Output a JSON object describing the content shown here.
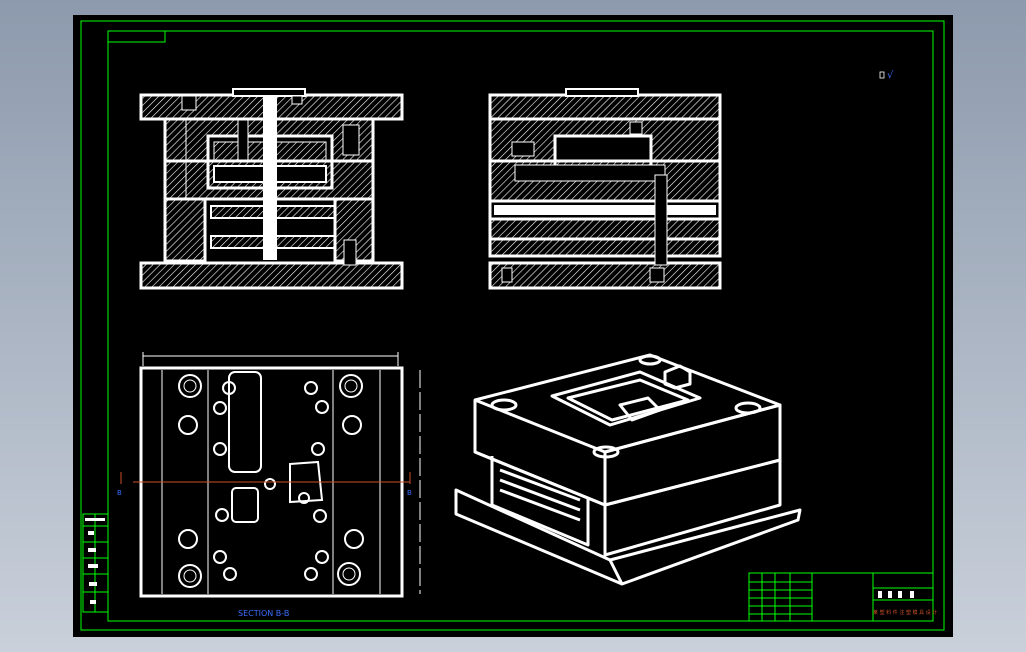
{
  "drawing": {
    "section_label": "SECTION B-B",
    "cut_marker_left": "B",
    "cut_marker_right": "B",
    "roughness_mark": "√",
    "title_block_note": "某 塑 料 件 注 塑 模 具 设 计",
    "colors": {
      "background": "#000000",
      "frame": "#00ff00",
      "lines": "#ffffff",
      "section_text": "#3b6cff",
      "cut_line": "#c8502a",
      "page": "#a8b4c4"
    }
  }
}
